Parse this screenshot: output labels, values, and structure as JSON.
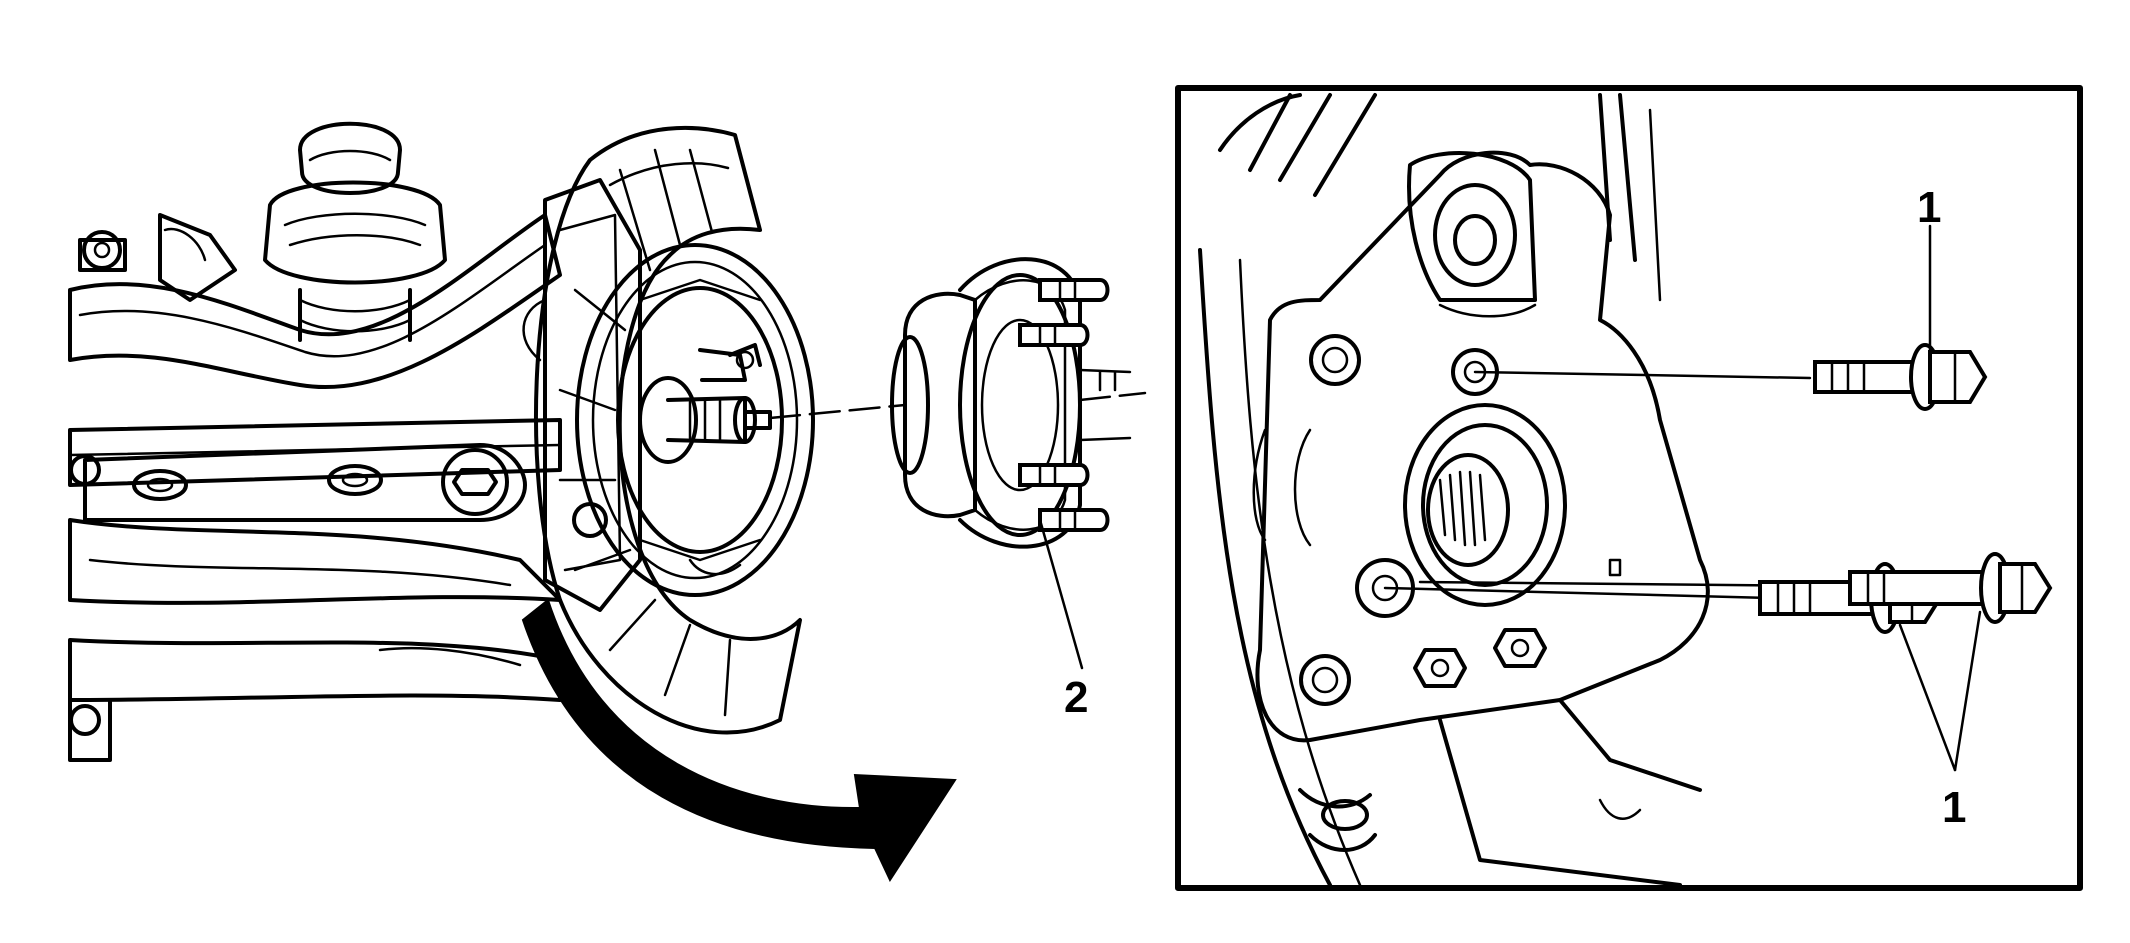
{
  "callouts": {
    "hub_bearing": "2",
    "bolt_upper": "1",
    "bolt_lower": "1"
  },
  "colors": {
    "ink": "#000000",
    "paper": "#ffffff"
  }
}
